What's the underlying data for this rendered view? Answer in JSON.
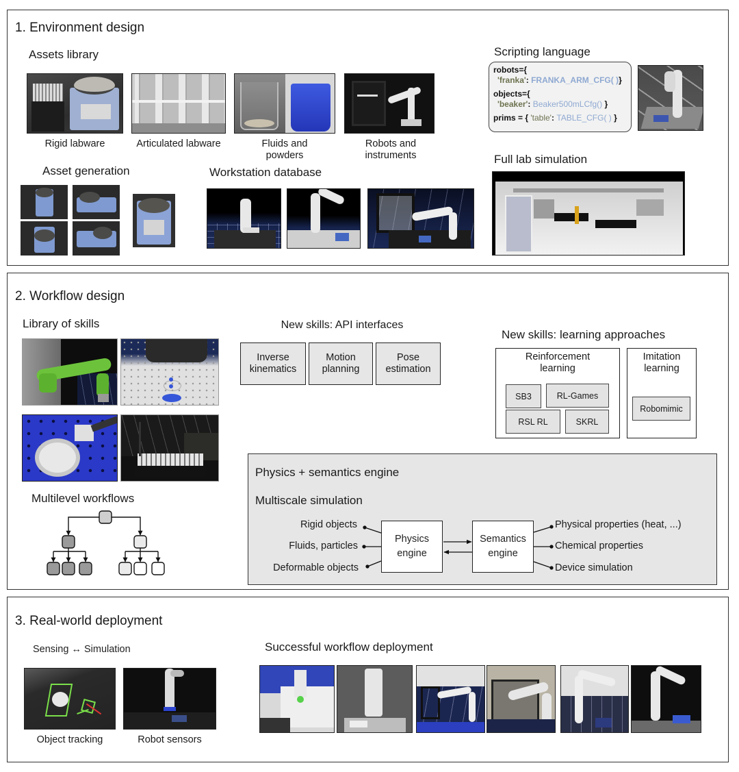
{
  "colors": {
    "frame_border": "#333333",
    "engine_panel_bg": "#e6e6e6",
    "api_box_bg": "#e6e6e6",
    "code_string_color": "#6d7350",
    "code_value_color": "#8fa9d2",
    "tree_dark": "#9a9a9a",
    "tree_mid": "#cfcfcf",
    "tree_light": "#ebebeb",
    "tree_white": "#ffffff"
  },
  "section1": {
    "title": "1. Environment design",
    "assets_library": {
      "title": "Assets library",
      "items": [
        {
          "caption": "Rigid labware",
          "image": "rigid-labware-photo"
        },
        {
          "caption": "Articulated labware",
          "image": "articulated-labware-render"
        },
        {
          "caption_line1": "Fluids and",
          "caption_line2": "powders",
          "image": "fluids-powders-render"
        },
        {
          "caption_line1": "Robots and",
          "caption_line2": "instruments",
          "image": "robot-instrument-render"
        }
      ]
    },
    "asset_generation": {
      "title": "Asset generation",
      "images": [
        "stirrer-view-1",
        "stirrer-view-2",
        "stirrer-view-3",
        "stirrer-view-4",
        "stirrer-generated"
      ]
    },
    "workstation_database": {
      "title": "Workstation database",
      "images": [
        "workstation-1",
        "workstation-2",
        "workstation-3"
      ]
    },
    "scripting_language": {
      "title": "Scripting language",
      "code": {
        "line1": "robots={",
        "line2_key": "'franka'",
        "line2_colon": ": ",
        "line2_val": "FRANKA_ARM_CFG( )",
        "line2_close": "}",
        "line3": "objects={",
        "line4_key": "'beaker'",
        "line4_colon": ": ",
        "line4_val": "Beaker500mLCfg()",
        "line4_close": " }",
        "line5_prefix": "prims = { ",
        "line5_key": "'table'",
        "line5_colon": ": ",
        "line5_val": "TABLE_CFG( )",
        "line5_close": " }"
      },
      "image": "scripted-scene-render"
    },
    "full_lab_simulation": {
      "title": "Full lab simulation",
      "image": "full-lab-render"
    }
  },
  "section2": {
    "title": "2. Workflow design",
    "library_of_skills": {
      "title": "Library of skills",
      "images": [
        "skill-green-arm",
        "skill-pouring",
        "skill-powder-stir",
        "skill-pipetting"
      ]
    },
    "multilevel_workflows": {
      "title": "Multilevel workflows"
    },
    "api_interfaces": {
      "title": "New skills: API interfaces",
      "boxes": [
        {
          "line1": "Inverse",
          "line2": "kinematics"
        },
        {
          "line1": "Motion",
          "line2": "planning"
        },
        {
          "line1": "Pose",
          "line2": "estimation"
        }
      ]
    },
    "learning_approaches": {
      "title": "New skills: learning approaches",
      "reinforcement": {
        "line1": "Reinforcement",
        "line2": "learning",
        "libs": [
          "SB3",
          "RL-Games",
          "RSL RL",
          "SKRL"
        ]
      },
      "imitation": {
        "line1": "Imitation",
        "line2": "learning",
        "libs": [
          "Robomimic"
        ]
      }
    },
    "engine": {
      "title": "Physics + semantics engine",
      "subtitle": "Multiscale simulation",
      "inputs": [
        "Rigid objects",
        "Fluids, particles",
        "Deformable objects"
      ],
      "physics_engine": {
        "line1": "Physics",
        "line2": "engine"
      },
      "semantics_engine": {
        "line1": "Semantics",
        "line2": "engine"
      },
      "outputs": [
        "Physical properties (heat, ...)",
        "Chemical properties",
        "Device simulation"
      ]
    }
  },
  "section3": {
    "title": "3. Real-world deployment",
    "sensing": {
      "left": "Sensing",
      "arrow": "↔",
      "right": "Simulation",
      "items": [
        {
          "caption": "Object tracking",
          "image": "object-tracking-photo"
        },
        {
          "caption": "Robot sensors",
          "image": "robot-sensors-photo"
        }
      ]
    },
    "deployment": {
      "title": "Successful workflow deployment",
      "pairs": [
        [
          "deploy-pipette-sim",
          "deploy-pipette-real"
        ],
        [
          "deploy-cabinet-sim",
          "deploy-cabinet-real"
        ],
        [
          "deploy-scale-sim",
          "deploy-scale-real"
        ]
      ]
    }
  }
}
